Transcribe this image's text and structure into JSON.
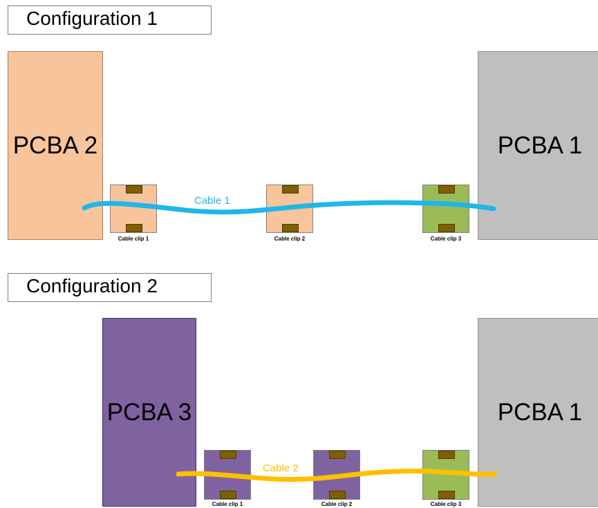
{
  "colors": {
    "pcba_orange": "#f8c49c",
    "pcba_gray": "#bfbfbf",
    "pcba_purple": "#7f63a0",
    "clip_orange": "#f8c49c",
    "clip_green": "#9bbb59",
    "clip_purple": "#7f63a0",
    "cable_blue": "#1fb6e8",
    "cable_orange": "#ffc000"
  },
  "config1": {
    "title": "Configuration 1",
    "pcba_left": "PCBA 2",
    "pcba_right": "PCBA 1",
    "cable_label": "Cable 1",
    "clips": [
      "Cable clip 1",
      "Cable clip 2",
      "Cable clip 3"
    ]
  },
  "config2": {
    "title": "Configuration 2",
    "pcba_left": "PCBA 3",
    "pcba_right": "PCBA 1",
    "cable_label": "Cable 2",
    "clips": [
      "Cable clip 1",
      "Cable clip 2",
      "Cable clip 3"
    ]
  }
}
